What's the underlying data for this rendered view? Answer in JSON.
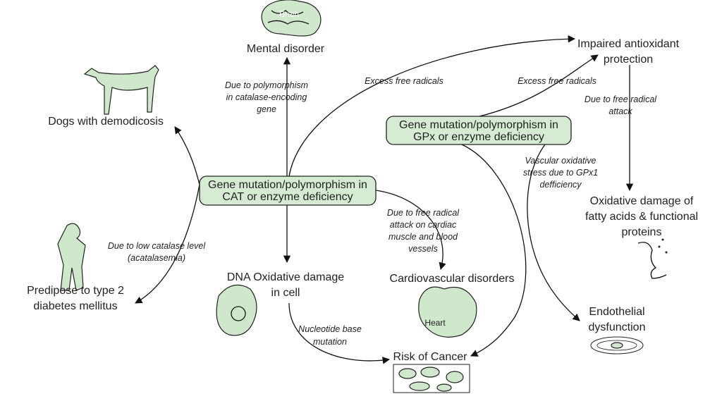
{
  "colors": {
    "box_fill": "#d5ecd2",
    "picture_fill": "#cfe8cb",
    "line": "#111111"
  },
  "nodes": {
    "cat": [
      "Gene mutation/polymorphism in",
      "CAT or enzyme deficiency"
    ],
    "gpx": [
      "Gene mutation/polymorphism in",
      "GPx or enzyme deficiency"
    ],
    "mental": "Mental disorder",
    "brain_label": "Brain",
    "dogs": "Dogs with demodicosis",
    "diabetes": [
      "Predipose to type 2",
      "diabetes mellitus"
    ],
    "dna": [
      "DNA Oxidative damage",
      "in cell"
    ],
    "cardio": "Cardiovascular disorders",
    "heart_label": "Heart",
    "cancer": "Risk of Cancer",
    "impaired": [
      "Impaired antioxidant",
      "protection"
    ],
    "oxidative": [
      "Oxidative damage of",
      "fatty acids & functional",
      "proteins"
    ],
    "endothelial": [
      "Endothelial",
      "dysfunction"
    ]
  },
  "edge_labels": {
    "polymorphism": [
      "Due to polymorphism",
      "in catalase-encoding",
      "gene"
    ],
    "excess1": "Excess free radicals",
    "excess2": "Excess free radicals",
    "free_radical_attack": [
      "Due to free radical",
      "attack"
    ],
    "vascular": [
      "Vascular oxidative",
      "stress due to GPx1",
      "defficiency"
    ],
    "cardiac": [
      "Due to free radical",
      "attack on cardiac",
      "muscle and blood",
      "vessels"
    ],
    "low_catalase": [
      "Due to low catalase level",
      "(acatalasemia)"
    ],
    "nucleotide": [
      "Nucleotide base",
      "mutation"
    ]
  }
}
